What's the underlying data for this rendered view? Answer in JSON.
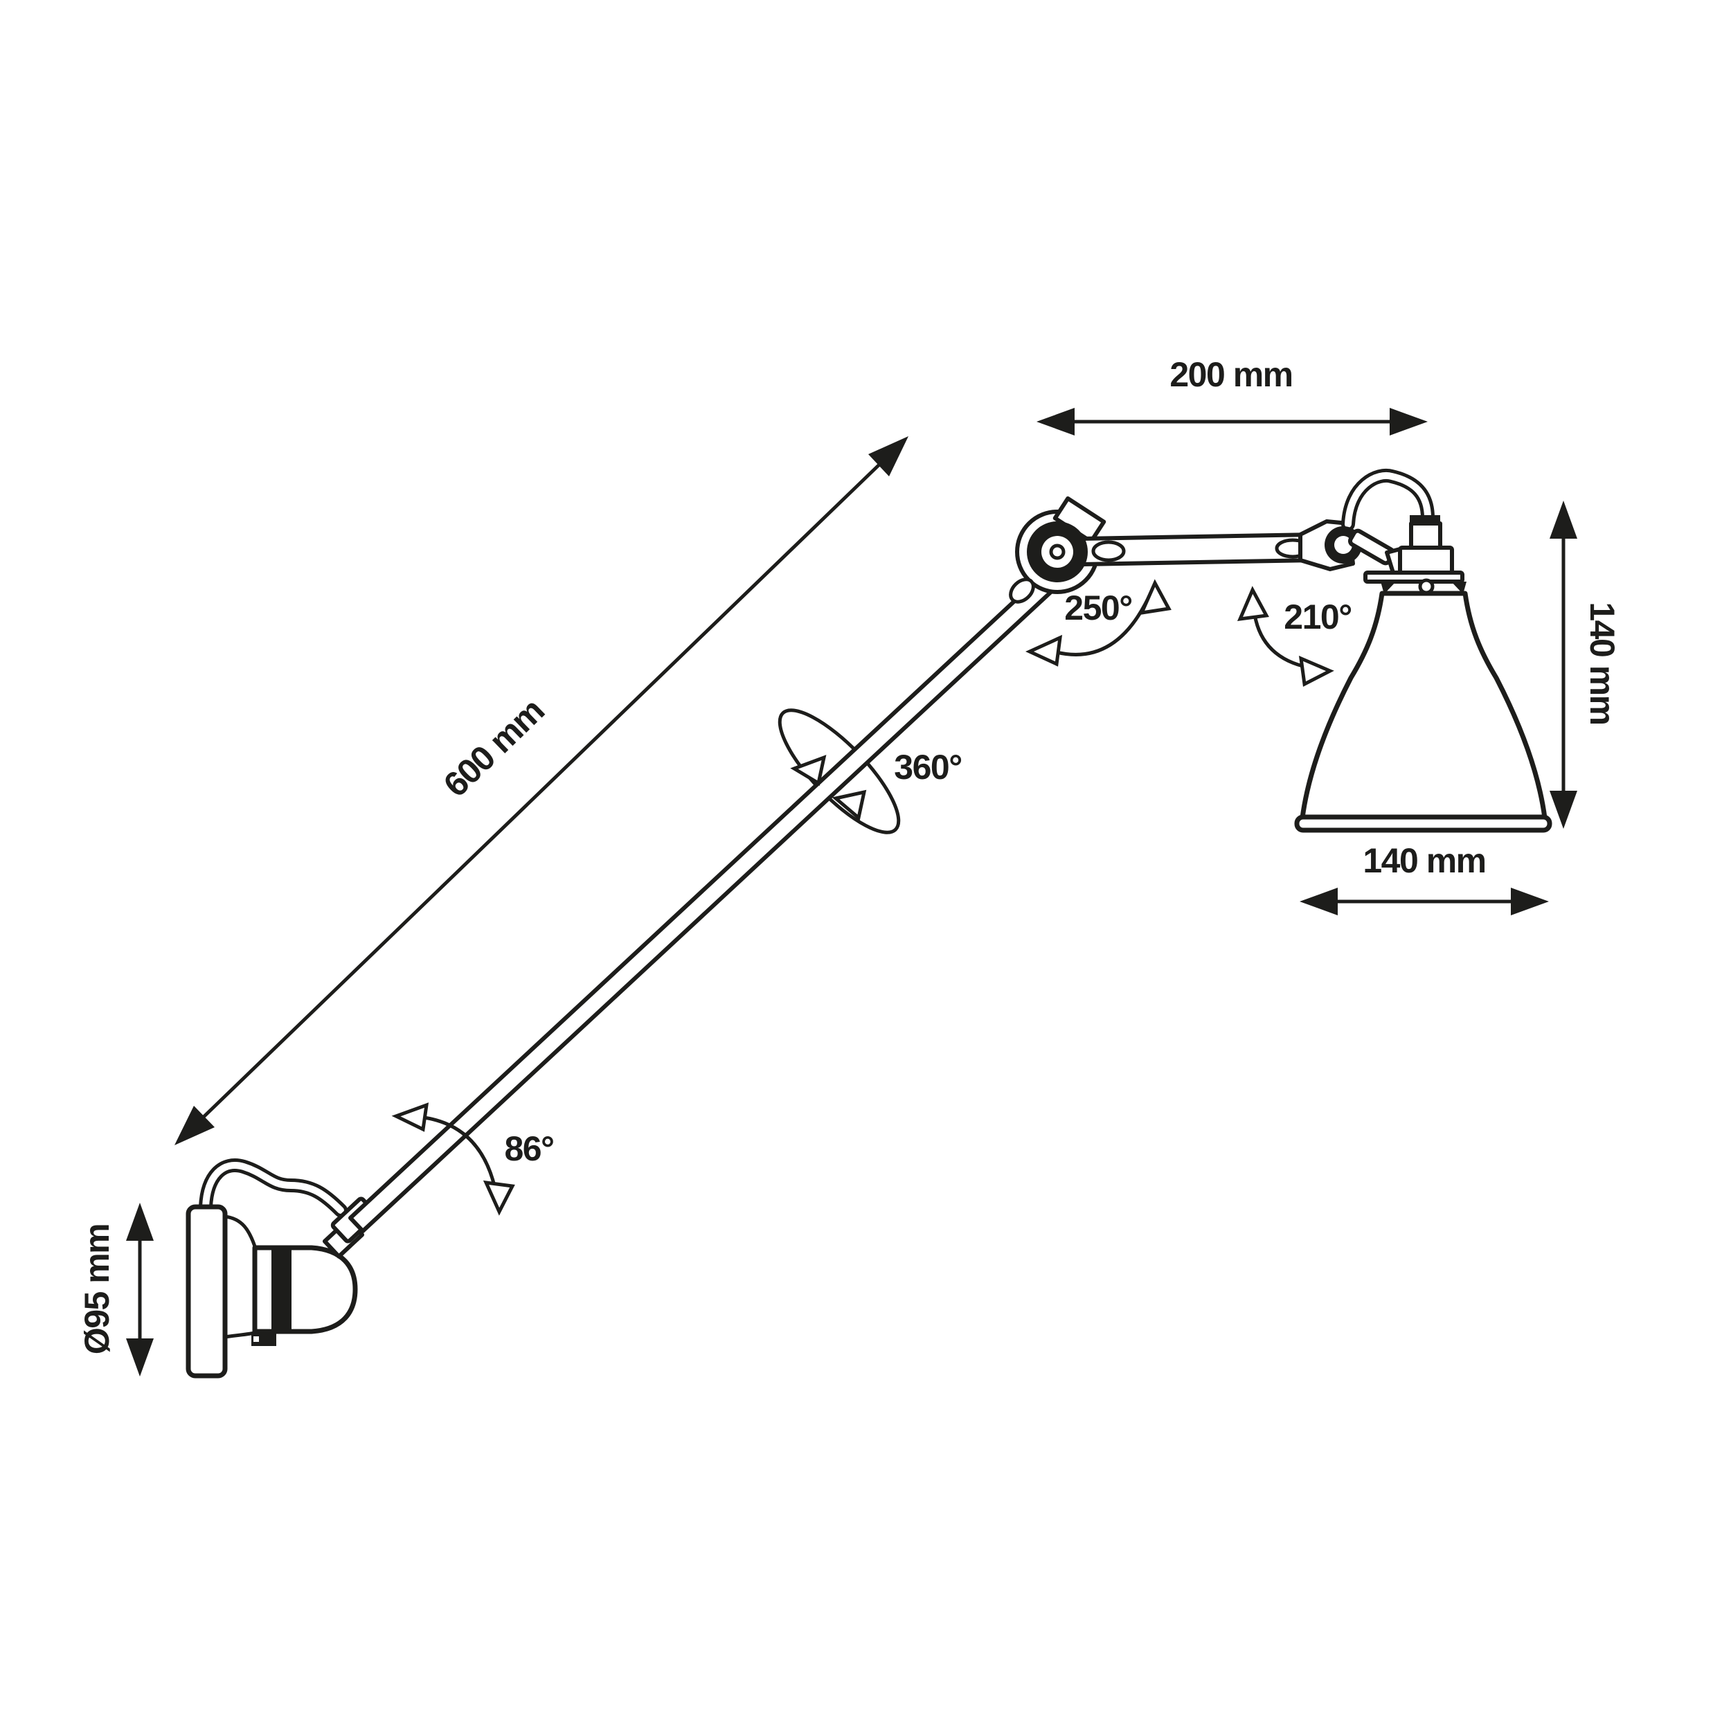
{
  "diagram": {
    "colors": {
      "ink": "#1d1d1b",
      "background": "#ffffff"
    },
    "dimensions": {
      "upper_arm_length": {
        "label": "200 mm"
      },
      "main_arm_length": {
        "label": "600 mm"
      },
      "shade_height": {
        "label": "140 mm"
      },
      "shade_width": {
        "label": "140 mm"
      },
      "wall_base_diameter": {
        "label": "Ø95 mm"
      }
    },
    "angles": {
      "elbow_joint": {
        "label": "250°"
      },
      "shade_joint": {
        "label": "210°"
      },
      "arm_axial_rotation": {
        "label": "360°"
      },
      "base_joint": {
        "label": "86°"
      }
    }
  }
}
